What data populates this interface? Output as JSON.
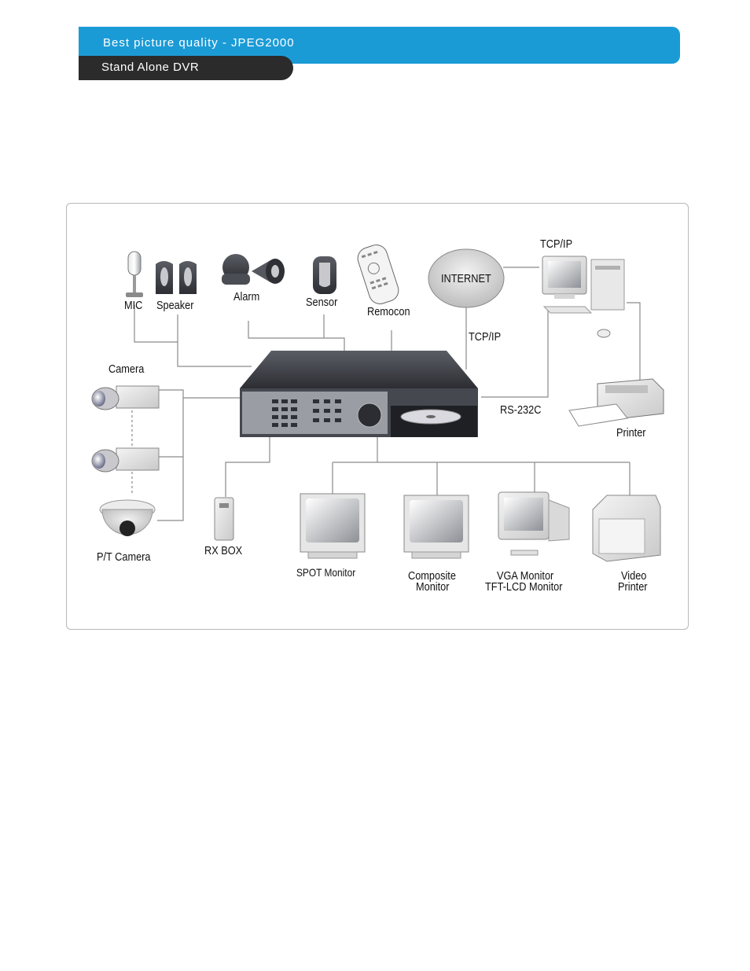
{
  "header": {
    "title": "Best picture quality -  JPEG2000",
    "subtitle": "Stand Alone DVR"
  },
  "diagram": {
    "labels": {
      "mic": "MIC",
      "speaker": "Speaker",
      "alarm": "Alarm",
      "sensor": "Sensor",
      "remocon": "Remocon",
      "internet": "INTERNET",
      "tcpip_top": "TCP/IP",
      "tcpip_mid": "TCP/IP",
      "rs232c": "RS-232C",
      "camera": "Camera",
      "pt_camera": "P/T Camera",
      "rx_box": "RX BOX",
      "printer": "Printer",
      "spot_monitor": "SPOT Monitor",
      "composite_monitor_1": "Composite",
      "composite_monitor_2": "Monitor",
      "vga_monitor_1": "VGA Monitor",
      "vga_monitor_2": "TFT-LCD Monitor",
      "video_printer_1": "Video",
      "video_printer_2": "Printer"
    },
    "colors": {
      "banner_blue": "#1b9bd6",
      "banner_dark": "#2b2b2b",
      "lines": "#8a8a8a",
      "dvr_body": "#3d3f45"
    }
  }
}
